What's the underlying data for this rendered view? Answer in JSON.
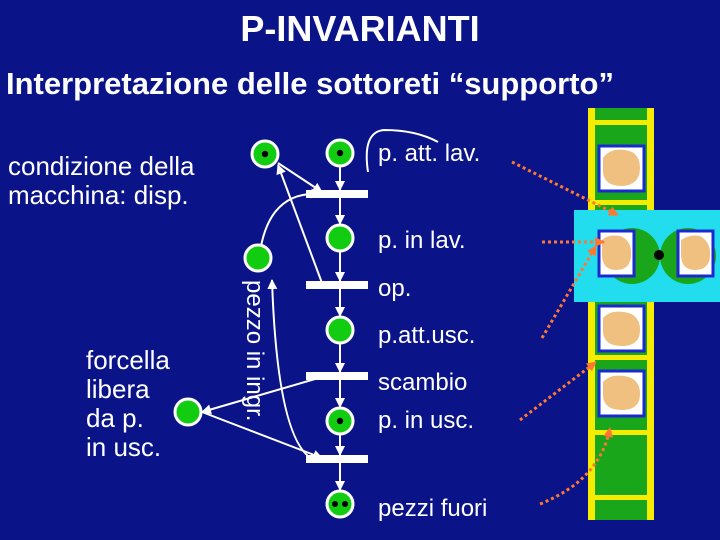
{
  "title": "P-INVARIANTI",
  "subtitle": "Interpretazione delle sottoreti “supporto”",
  "labels": {
    "condizione": "condizione della macchina: disp.",
    "condizione_line1": "condizione della",
    "condizione_line2": "macchina: disp.",
    "forcella_line1": "forcella",
    "forcella_line2": "libera",
    "forcella_line3": "da p.",
    "forcella_line4": "in usc.",
    "pezzo_in_ingr": "pezzo in ingr.",
    "p_att_lav": "p. att. lav.",
    "p_in_lav": "p. in lav.",
    "op": "op.",
    "p_att_usc": "p.att.usc.",
    "scambio": "scambio",
    "p_in_usc": "p. in usc.",
    "pezzi_fuori": "pezzi fuori"
  },
  "colors": {
    "background": "#0a1488",
    "place_fill": "#12cc12",
    "text": "#ffffff",
    "transition": "#ffffff",
    "conveyor": "#1aa61a",
    "rail": "#f5ec00",
    "machine": "#22ddee",
    "slot": "#ffffff",
    "slot_border": "#1a2ad0",
    "part": "#f0c080",
    "dotted_arrow": "#ff7733"
  },
  "icons": {
    "place": "green-circle",
    "token": "black-dot",
    "transition": "white-bar",
    "part": "orange-blob"
  }
}
